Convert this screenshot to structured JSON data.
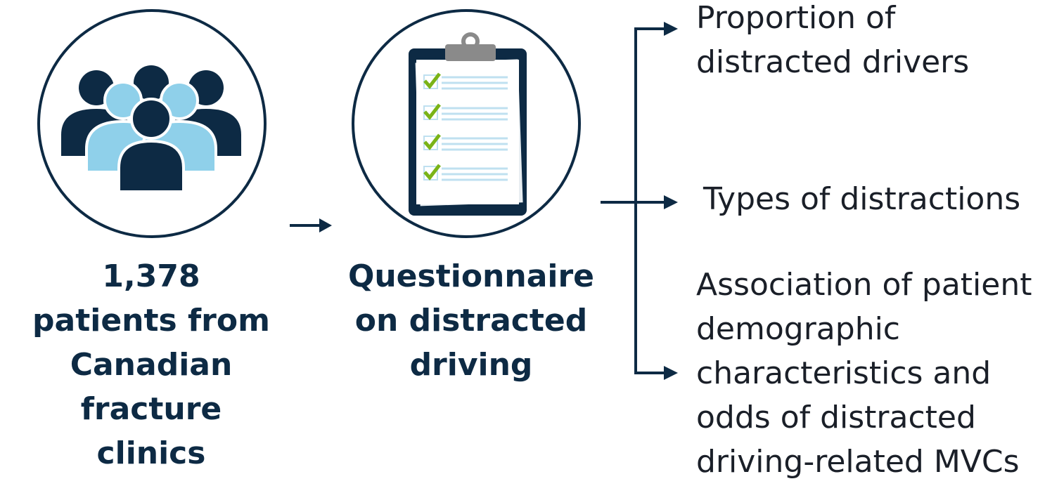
{
  "colors": {
    "navy": "#0d2a44",
    "light_blue": "#8fd0ea",
    "check_green": "#7ab317",
    "clipboard_clip": "#8a8a8a",
    "paper_line": "#bfe0f0"
  },
  "icons": {
    "people": "people-group-icon",
    "clipboard": "clipboard-checklist-icon"
  },
  "step1": {
    "lines": [
      "1,378",
      "patients from",
      "Canadian fracture",
      "clinics"
    ]
  },
  "step2": {
    "lines": [
      "Questionnaire",
      "on distracted",
      "driving"
    ]
  },
  "outcomes": [
    {
      "lines": [
        "Proportion of",
        "distracted drivers"
      ]
    },
    {
      "lines": [
        "Types of distractions"
      ]
    },
    {
      "lines": [
        "Association of patient",
        "demographic",
        "characteristics and",
        "odds of distracted",
        "driving-related MVCs"
      ]
    }
  ]
}
